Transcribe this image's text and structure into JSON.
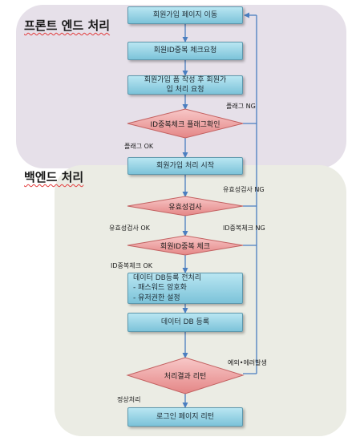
{
  "regions": {
    "frontend_title": "프론트 엔드 처리",
    "backend_title": "백엔드 처리"
  },
  "steps": {
    "go_signup": "회원가입 페이지 이동",
    "id_check_request": "회원ID중복 체크요청",
    "form_submit_line1": "회원가입 폼 작성 후 회원가",
    "form_submit_line2": "입 처리 요청",
    "signup_start": "회원가입 처리 시작",
    "preprocess_title": "데이터 DB등록 전처리",
    "preprocess_item1": "-    패스워드 암호화",
    "preprocess_item2": "-    유저권한 설정",
    "db_register": "데이터 DB 등록",
    "return_login": "로그인 페이지 리턴"
  },
  "decisions": {
    "id_flag_check": "ID중복체크 플래그확인",
    "validation": "유효성검사",
    "member_id_check": "회원ID중복 체크",
    "result_return": "처리결과 리턴"
  },
  "labels": {
    "flag_ng": "플래그 NG",
    "flag_ok": "플래그 OK",
    "validation_ng": "유효성검사 NG",
    "validation_ok": "유효성검사 OK",
    "idcheck_ng": "ID중복체크 NG",
    "idcheck_ok": "ID중복체크 OK",
    "exception": "예외•에러발생",
    "normal": "정상처리"
  },
  "colors": {
    "box_top": "#b9e6f2",
    "box_bottom": "#7cc3d9",
    "diamond_top": "#f8c8c8",
    "diamond_bottom": "#e48686",
    "connector": "#4a7ec0",
    "frontend_bg": "#e6e0e9",
    "backend_bg": "#ebece4"
  }
}
